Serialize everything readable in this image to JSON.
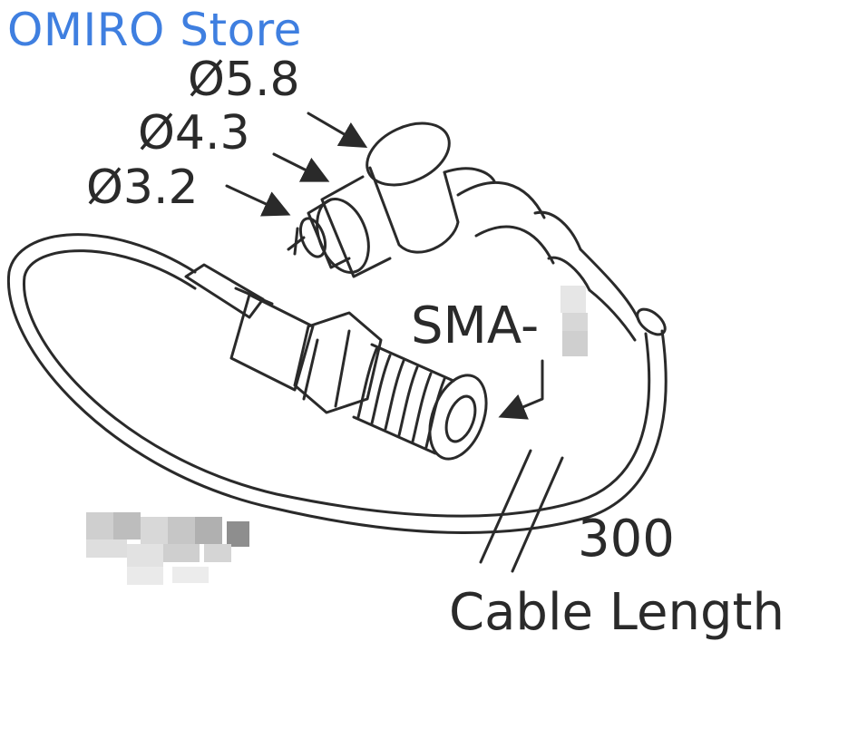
{
  "watermark": "OMIRO Store",
  "dimensions": [
    "Ø5.8",
    "Ø4.3",
    "Ø3.2"
  ],
  "connector_label": "SMA-",
  "cable": {
    "length_value": "300",
    "length_label": "Cable Length"
  },
  "colors": {
    "watermark": "#3f7fe0",
    "line": "#2a2a2a"
  }
}
